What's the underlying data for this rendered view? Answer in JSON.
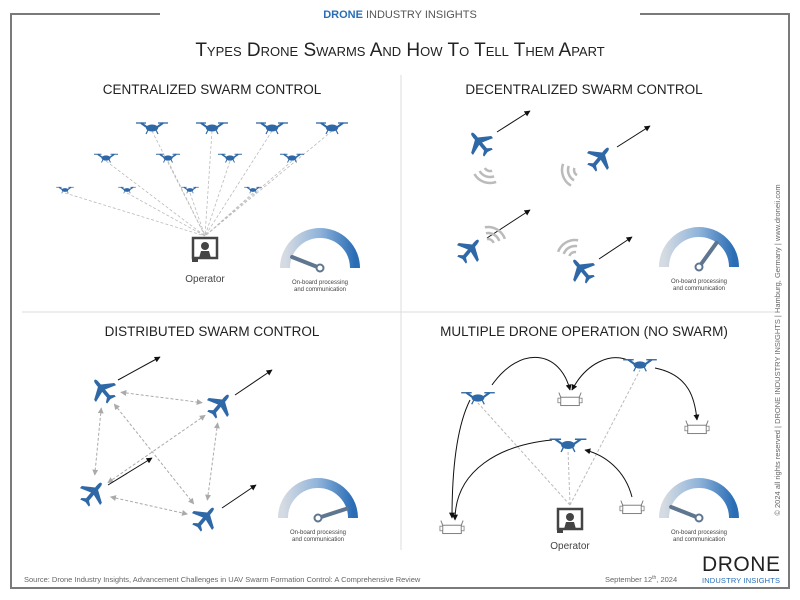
{
  "header": {
    "brand_bold": "DRONE",
    "brand_rest": " INDUSTRY INSIGHTS"
  },
  "title": "Types Drone Swarms And How To Tell Them Apart",
  "panels": [
    {
      "title": "CENTRALIZED SWARM CONTROL",
      "operator_label": "Operator",
      "gauge": {
        "label_line1": "On-board processing",
        "label_line2": "and communication",
        "value": 0.12
      }
    },
    {
      "title": "DECENTRALIZED SWARM CONTROL",
      "gauge": {
        "label_line1": "On-board processing",
        "label_line2": "and communication",
        "value": 0.7
      }
    },
    {
      "title": "DISTRIBUTED SWARM CONTROL",
      "gauge": {
        "label_line1": "On-board processing",
        "label_line2": "and communication",
        "value": 0.9
      }
    },
    {
      "title": "MULTIPLE DRONE OPERATION (NO SWARM)",
      "operator_label": "Operator",
      "gauge": {
        "label_line1": "On-board processing",
        "label_line2": "and communication",
        "value": 0.12
      }
    }
  ],
  "footer": {
    "source": "Source: Drone Industry Insights, Advancement Challenges in UAV Swarm Formation Control: A Comprehensive Review",
    "date_pre": "September 12",
    "date_sup": "th",
    "date_post": ", 2024",
    "logo_top": "DRONE",
    "logo_bottom": "INDUSTRY INSIGHTS"
  },
  "side_text": "© 2024 all rights reserved  |  DRONE INDUSTRY INSIGHTS  |  Hamburg, Germany  |  www.droneii.com",
  "colors": {
    "brand_blue": "#2a6db5",
    "drone_blue": "#2f68a6",
    "frame": "#7a7a7a",
    "gauge_light": "#d5dbe2"
  }
}
